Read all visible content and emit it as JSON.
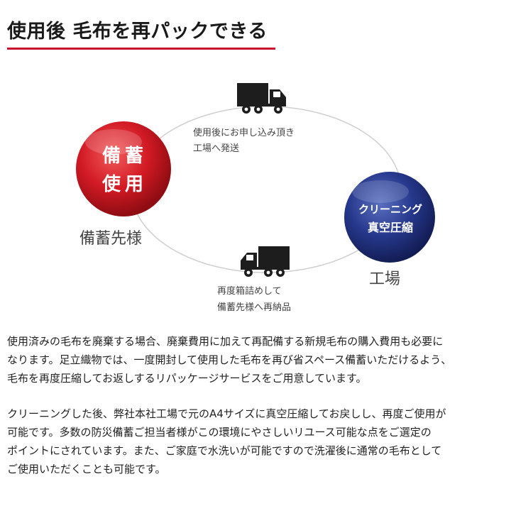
{
  "title": "使用後 毛布を再パックできる",
  "diagram": {
    "stockpile_circle": {
      "line1": "備蓄",
      "line2": "使用",
      "color": "#c8102e"
    },
    "factory_circle": {
      "line1": "クリーニング",
      "line2": "真空圧縮",
      "color": "#1f2f7a"
    },
    "stockpile_label": "備蓄先様",
    "factory_label": "工場",
    "top_route": {
      "line1": "使用後にお申し込み頂き",
      "line2": "工場へ発送"
    },
    "bottom_route": {
      "line1": "再度箱詰めして",
      "line2": "備蓄先様へ再納品"
    },
    "icons": [
      "truck-icon",
      "truck-icon"
    ]
  },
  "paragraphs": {
    "p1": {
      "line1": "使用済みの毛布を廃棄する場合、廃棄費用に加えて再配備する新規毛布の購入費用も必要に",
      "line2": "なります。足立織物では、一度開封して使用した毛布を再び省スペース備蓄いただけるよう、",
      "line3": "毛布を再度圧縮してお返しするリパッケージサービスをご用意しています。"
    },
    "p2": {
      "line1": "クリーニングした後、弊社本社工場で元のA4サイズに真空圧縮してお戻しし、再度ご使用が",
      "line2": "可能です。多数の防災備蓄ご担当者様がこの環境にやさしいリユース可能な点をご選定の",
      "line3": "ポイントにされています。また、ご家庭で水洗いが可能ですので洗濯後に通常の毛布として",
      "line4": "ご使用いただくことも可能です。"
    }
  }
}
